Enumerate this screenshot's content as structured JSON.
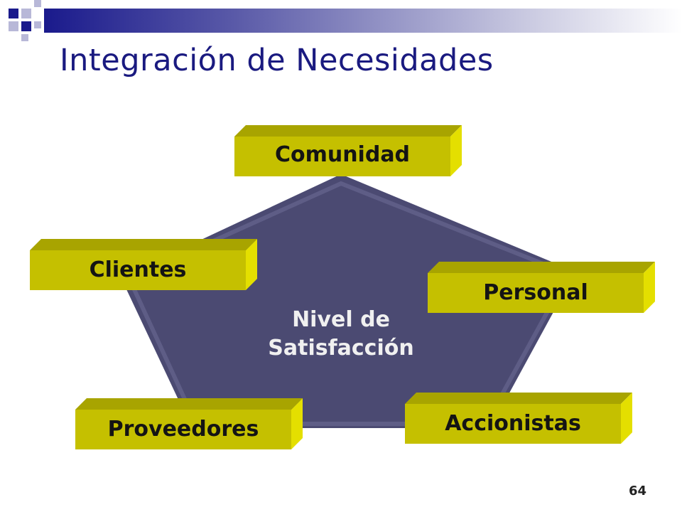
{
  "slide": {
    "title": "Integración de Necesidades",
    "page_number": "64"
  },
  "diagram": {
    "center_label_line1": "Nivel de",
    "center_label_line2": "Satisfacción",
    "stakeholders": {
      "comunidad": "Comunidad",
      "clientes": "Clientes",
      "personal": "Personal",
      "proveedores": "Proveedores",
      "accionistas": "Accionistas"
    }
  },
  "colors": {
    "title": "#1a1a80",
    "pentagon": "#4b4a72",
    "box_front": "#c5c000",
    "box_top": "#a8a400",
    "box_side": "#e4df00"
  }
}
